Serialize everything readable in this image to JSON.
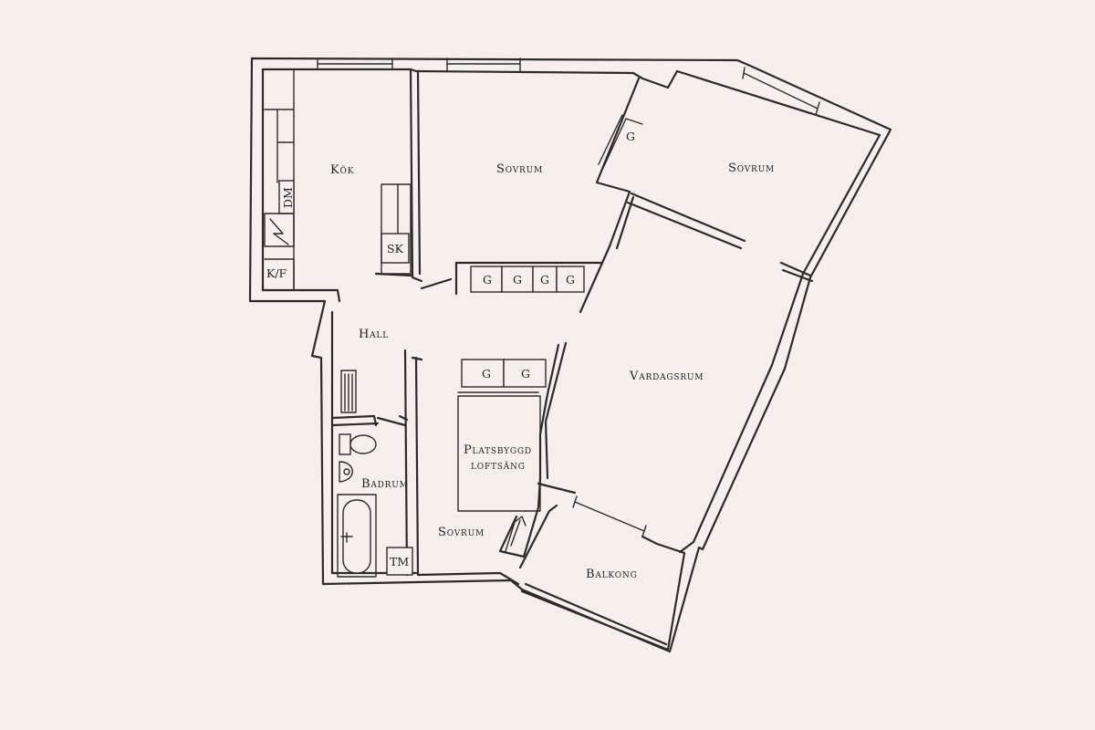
{
  "rooms": {
    "kitchen": "Kök",
    "bedroom_1": "Sovrum",
    "bedroom_2": "Sovrum",
    "hall": "Hall",
    "living_room": "Vardagsrum",
    "loft_bed_line1": "Platsbyggd",
    "loft_bed_line2": "loftsäng",
    "bathroom": "Badrum",
    "bedroom_3": "Sovrum",
    "balcony": "Balkong"
  },
  "fixtures": {
    "dishwasher": "DM",
    "fridge_freezer": "K/F",
    "cabinet": "SK",
    "washer": "TM",
    "wardrobe": "G"
  },
  "colors": {
    "background": "#f6efec",
    "ink": "#2b2b2b"
  }
}
